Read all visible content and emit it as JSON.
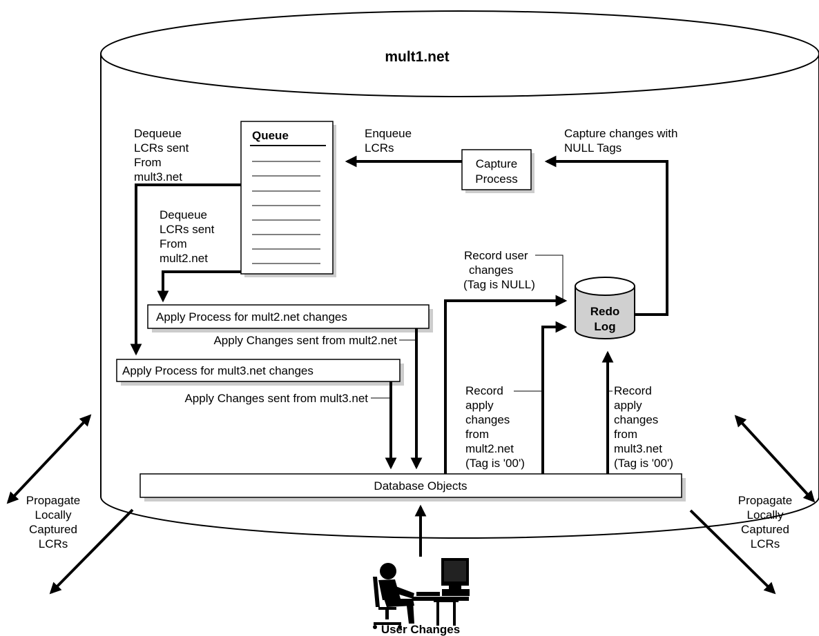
{
  "database_name": "mult1.net",
  "queue": {
    "title": "Queue"
  },
  "capture_process": {
    "line1": "Capture",
    "line2": "Process"
  },
  "redo_log": {
    "line1": "Redo",
    "line2": "Log"
  },
  "apply_process_mult2": "Apply Process for mult2.net changes",
  "apply_process_mult3": "Apply Process for mult3.net changes",
  "database_objects": "Database Objects",
  "user_changes": "User Changes",
  "labels": {
    "dequeue_mult3": [
      "Dequeue",
      "LCRs sent",
      "From",
      "mult3.net"
    ],
    "dequeue_mult2": [
      "Dequeue",
      "LCRs sent",
      "From",
      "mult2.net"
    ],
    "enqueue": [
      "Enqueue",
      "LCRs"
    ],
    "capture_changes": [
      "Capture changes with",
      "NULL Tags"
    ],
    "record_user": [
      "Record user",
      "changes",
      "(Tag is NULL)"
    ],
    "apply_changes_mult2": "Apply Changes sent from mult2.net",
    "apply_changes_mult3": "Apply Changes sent from mult3.net",
    "record_apply_mult2": [
      "Record",
      "apply",
      "changes",
      "from",
      "mult2.net",
      "(Tag is '00')"
    ],
    "record_apply_mult3": [
      "Record",
      "apply",
      "changes",
      "from",
      "mult3.net",
      "(Tag is '00')"
    ],
    "propagate_left": [
      "Propagate",
      "Locally",
      "Captured",
      "LCRs"
    ],
    "propagate_right": [
      "Propagate",
      "Locally",
      "Captured",
      "LCRs"
    ]
  },
  "icons": {
    "user": "user-at-computer-icon"
  }
}
